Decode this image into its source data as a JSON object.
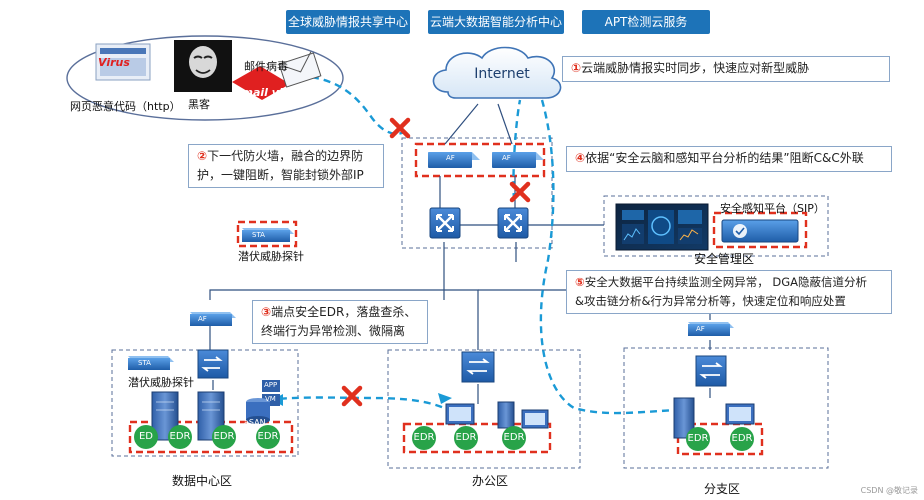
{
  "top_services": [
    "全球威胁情报共享中心",
    "云端大数据智能分析中心",
    "APT检测云服务"
  ],
  "internet_label": "Internet",
  "threats": {
    "web_code": "网页恶意代码（http）",
    "hacker": "黑客",
    "mail": "邮件病毒",
    "virus_tag": "Virus",
    "email_virus_tag": "Email virus"
  },
  "callouts": {
    "c1": {
      "num": "①",
      "text": "云端威胁情报实时同步，快速应对新型威胁"
    },
    "c2": {
      "num": "②",
      "line1": "下一代防火墙，融合的边界防",
      "line2": "护，一键阻断，智能封锁外部IP"
    },
    "c3": {
      "num": "③",
      "line1": "端点安全EDR，落盘查杀、",
      "line2": "终端行为异常检测、微隔离"
    },
    "c4": {
      "num": "④",
      "text": "依据“安全云脑和感知平台分析的结果”阻断C&C外联"
    },
    "c5": {
      "num": "⑤",
      "line1": "安全大数据平台持续监测全网异常， DGA隐蔽信道分析",
      "line2": "&攻击链分析&行为异常分析等，快速定位和响应处置"
    }
  },
  "devices": {
    "af": "AF",
    "sta": "STA",
    "edr": "EDR",
    "ed": "ED",
    "app": "APP",
    "vm": "VM",
    "asan": "aSAN"
  },
  "labels": {
    "sta_top": "潜伏威胁探针",
    "sta_dc": "潜伏威胁探针",
    "sip": "安全感知平台（SIP）",
    "mgmt_zone": "安全管理区",
    "dc_zone": "数据中心区",
    "office_zone": "办公区",
    "branch_zone": "分支区"
  },
  "footer": "CSDN @敬记录"
}
